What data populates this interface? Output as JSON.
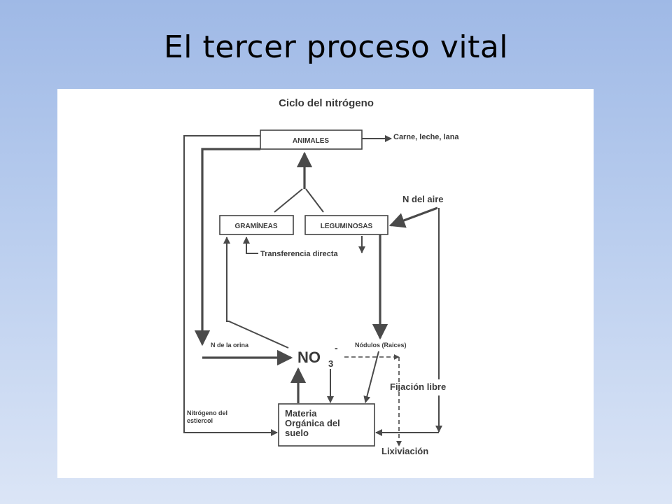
{
  "slide": {
    "title": "El tercer proceso vital"
  },
  "diagram": {
    "title": "Ciclo del nitrógeno",
    "nodes": {
      "animales": "ANIMALES",
      "gramineas": "GRAMÍNEAS",
      "leguminosas": "LEGUMINOSAS",
      "materia_line1": "Materia",
      "materia_line2": "Orgánica del",
      "materia_line3": "suelo",
      "nitrate": "NO",
      "nitrate_sub": "3",
      "nitrate_sup": "-"
    },
    "labels": {
      "carne": "Carne, leche, lana",
      "n_aire": "N del aire",
      "transferencia": "Transferencia directa",
      "n_orina": "N de la orina",
      "nodulos": "Nódulos (Raices)",
      "fijacion": "Fijación libre",
      "estiercol_line1": "Nitrógeno del",
      "estiercol_line2": "estiercol",
      "lixiviacion": "Lixiviación"
    }
  }
}
